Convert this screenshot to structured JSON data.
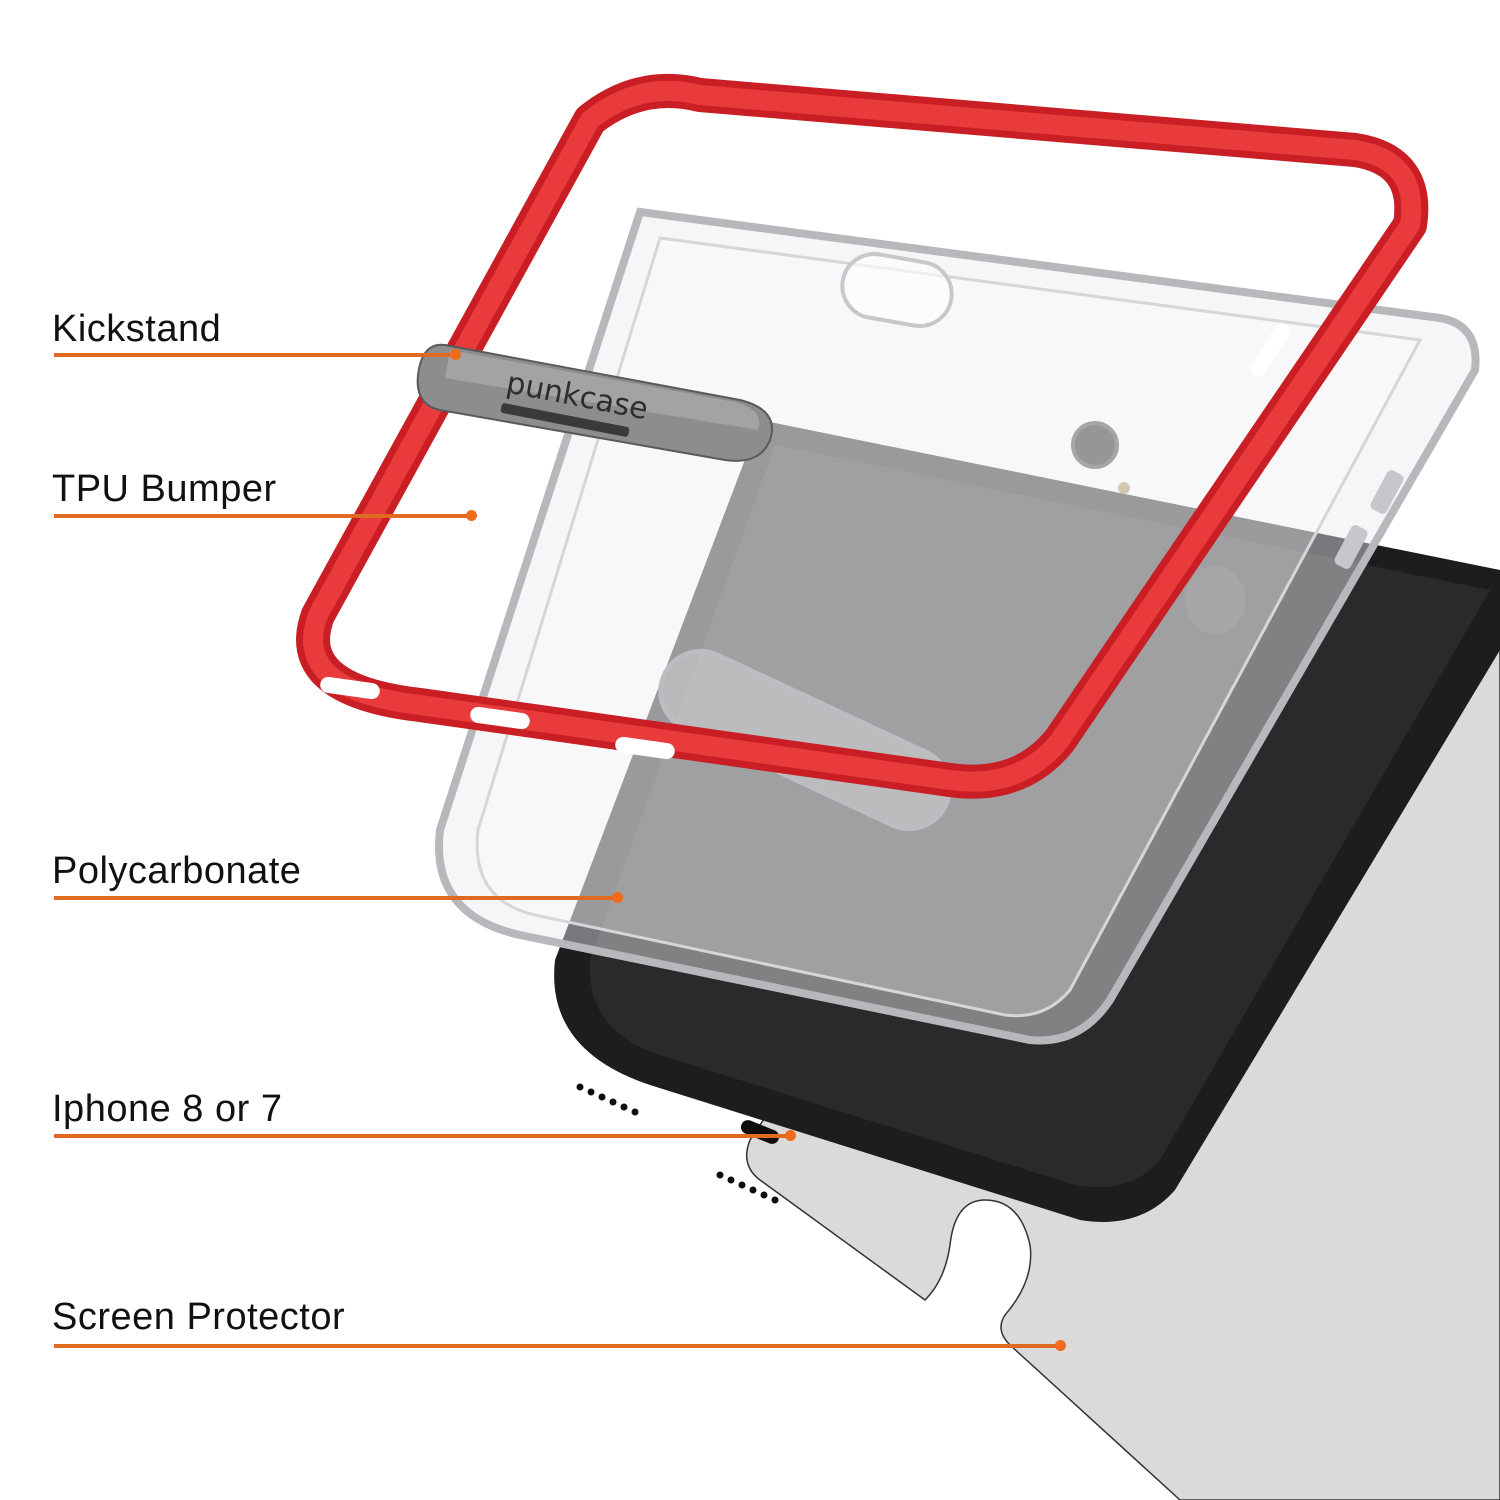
{
  "diagram": {
    "type": "exploded-product-view",
    "brand_mark": "punkcase",
    "accent_color": "#e06a20",
    "callouts": [
      {
        "label": "Kickstand",
        "target": "kickstand"
      },
      {
        "label": "TPU Bumper",
        "target": "red-bumper-frame"
      },
      {
        "label": "Polycarbonate",
        "target": "clear-back-shell"
      },
      {
        "label": "Iphone 8 or 7",
        "target": "phone-body"
      },
      {
        "label": "Screen Protector",
        "target": "screen-protector"
      }
    ],
    "colors": {
      "bumper": "#e0262b",
      "kickstand": "#8a8a8c",
      "phone": "#1c1c1e",
      "protector": "#dcdcdc",
      "leader": "#e06a20"
    }
  }
}
